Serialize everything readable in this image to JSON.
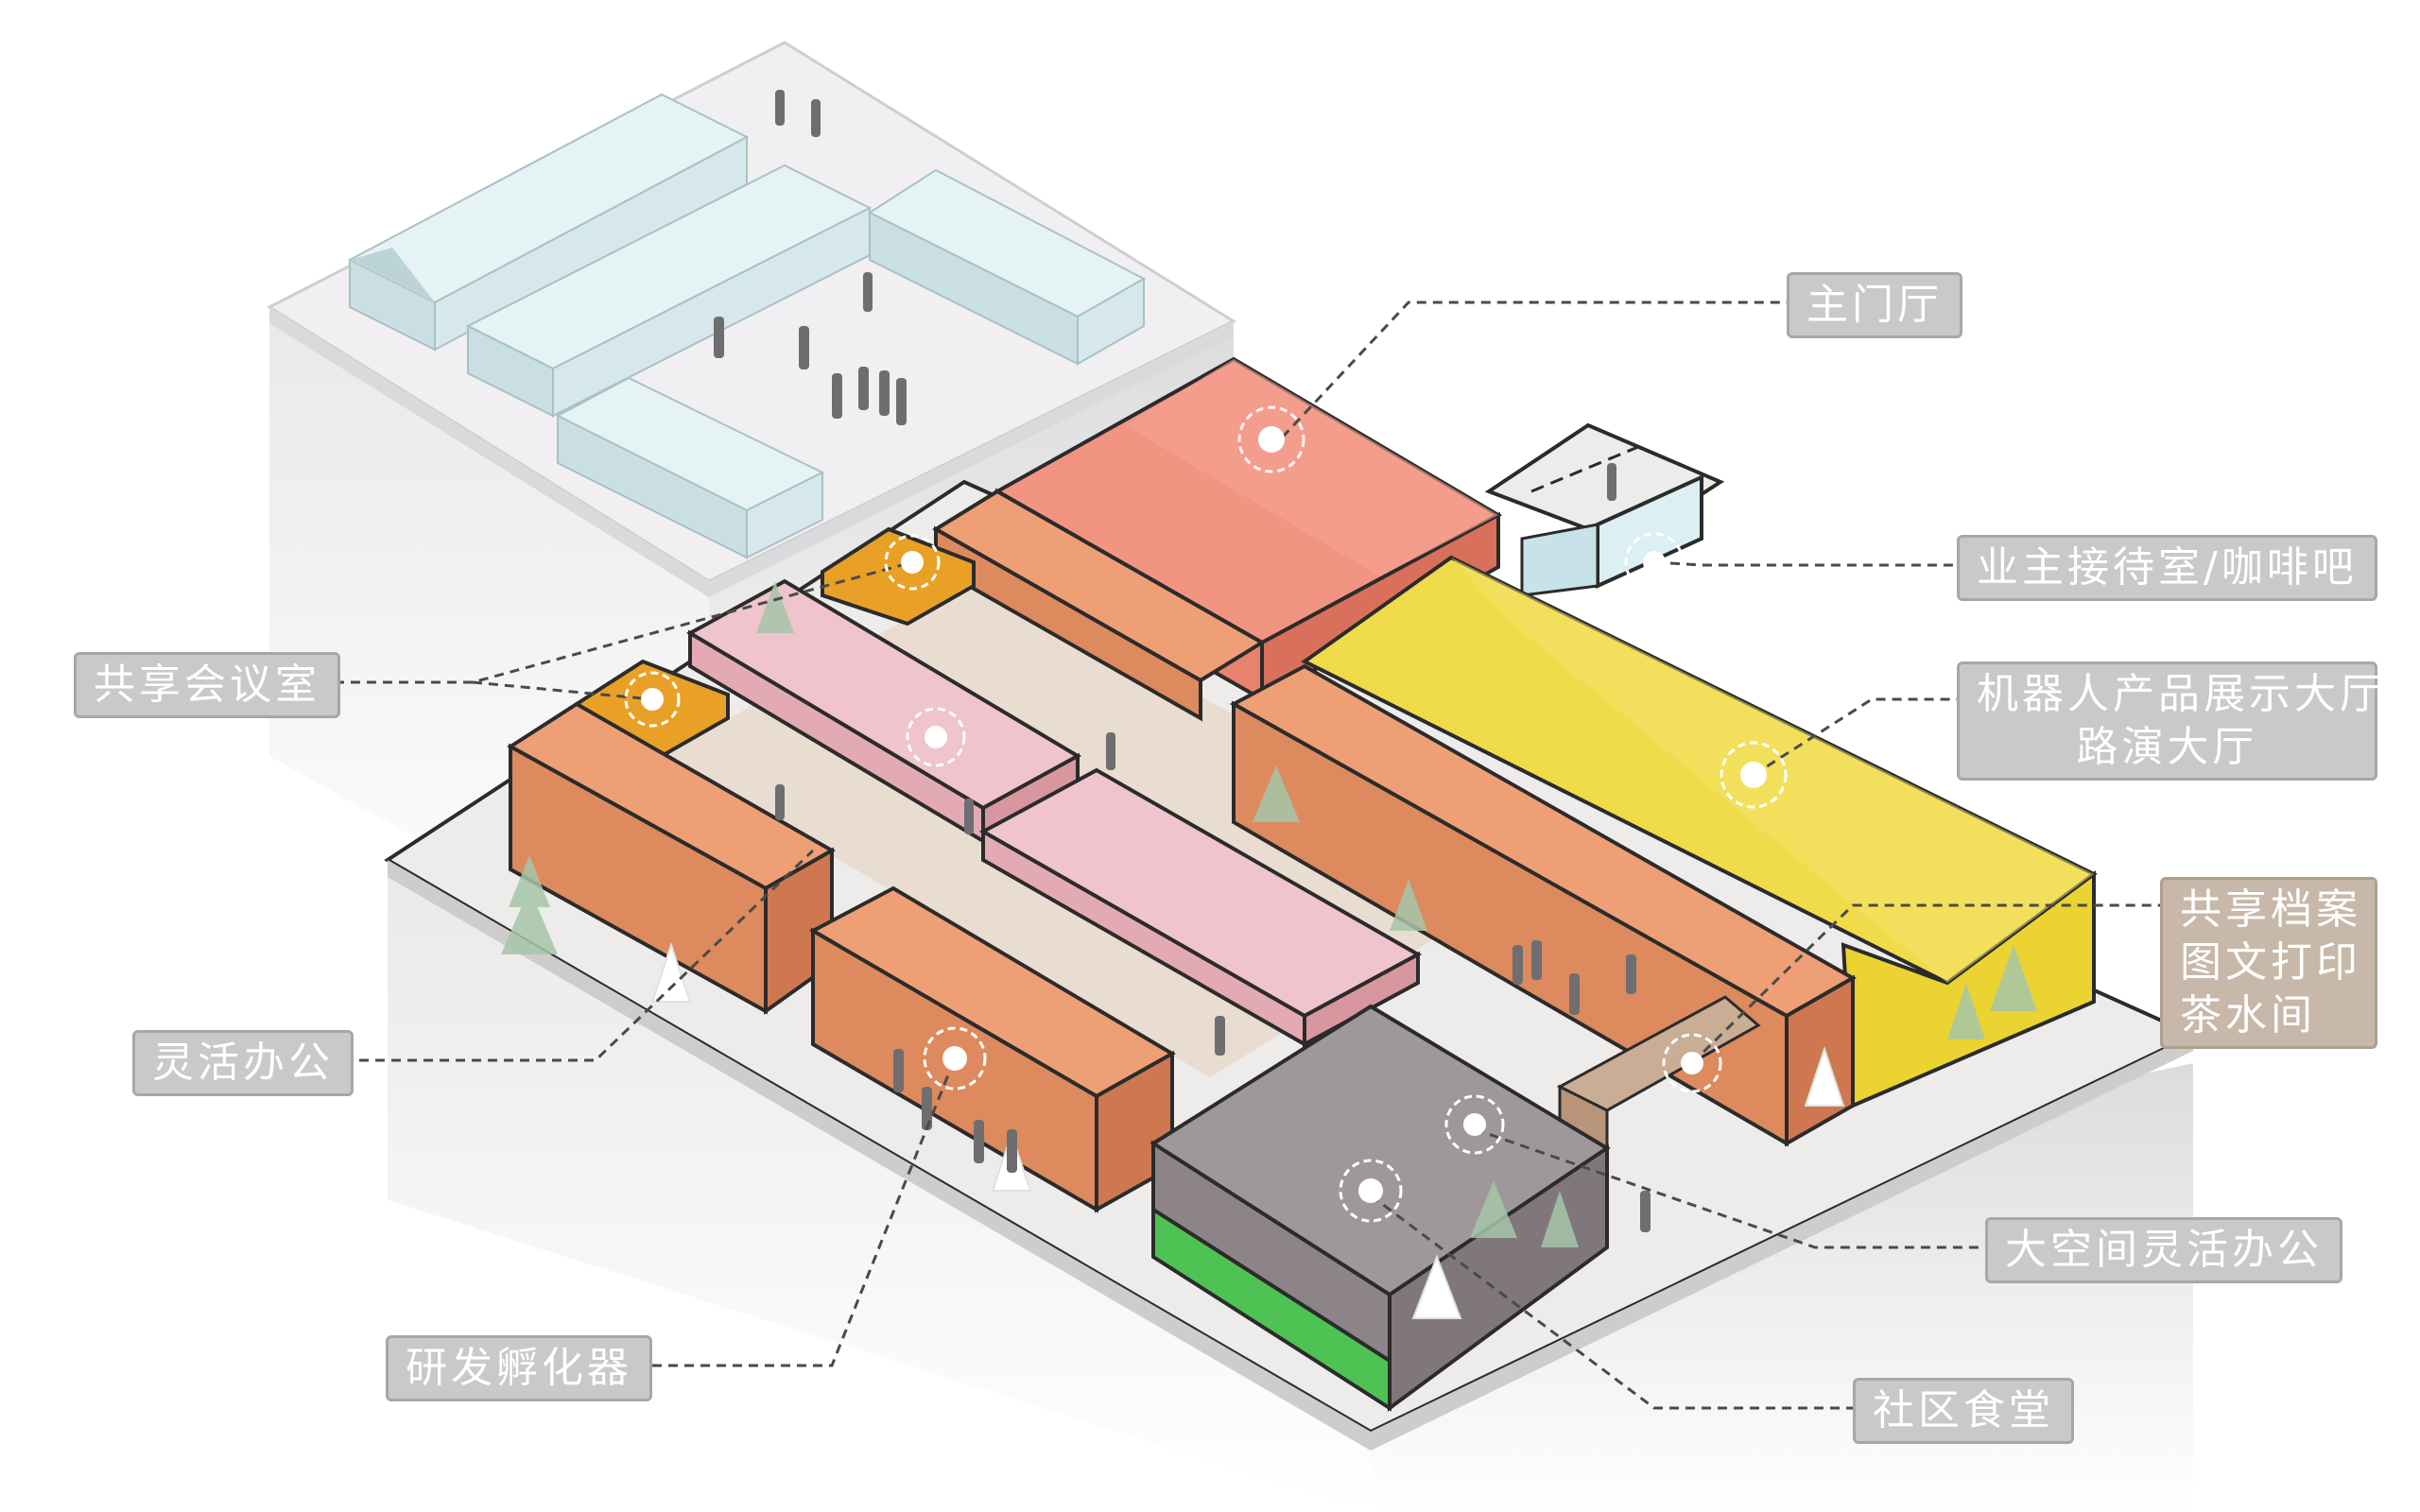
{
  "labels": {
    "main_hall": "主门厅",
    "reception_cafe": "业主接待室/咖啡吧",
    "meeting_room": "共享会议室",
    "robot_hall_line1": "机器人产品展示大厅",
    "robot_hall_line2": "路演大厅",
    "archive_line1": "共享档案",
    "archive_line2": "图文打印",
    "archive_line3": "茶水间",
    "flex_office": "灵活办公",
    "open_flex_office": "大空间灵活办公",
    "rd_incubator": "研发孵化器",
    "canteen": "社区食堂"
  },
  "colors": {
    "main_hall": "#ee8a78",
    "robot_hall": "#ecd53a",
    "office_blocks": "#dd8a5e",
    "meeting_room": "#e8a126",
    "pink_blocks": "#ebbcc4",
    "canteen_roof": "#9b9396",
    "canteen_base": "#4fc254",
    "old_buildings": "#d4e7ea",
    "callout_bg": "#c9c9c9",
    "callout_tan": "#c7b8a9"
  }
}
